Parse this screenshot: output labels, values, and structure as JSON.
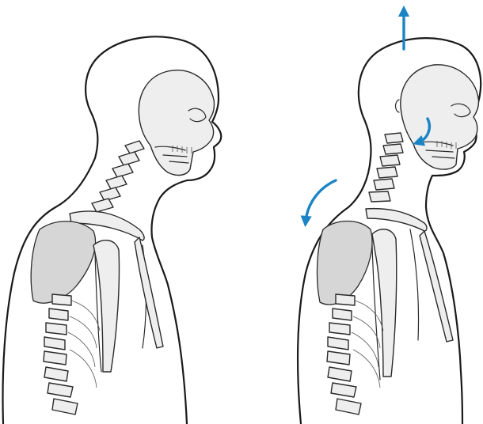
{
  "figure": {
    "panels": [
      {
        "id": "left",
        "posture": "forward-head"
      },
      {
        "id": "right",
        "posture": "corrected"
      }
    ],
    "arrow_color": "#1b84c4",
    "line_color": "#1a1a1a",
    "bone_color": "#eeeeee",
    "arrows": [
      {
        "panel": "right",
        "meaning": "up",
        "icon": "arrow-up-icon"
      },
      {
        "panel": "right",
        "meaning": "chin-tuck",
        "icon": "curved-arrow-icon"
      },
      {
        "panel": "right",
        "meaning": "shoulders-back-down",
        "icon": "curved-arrow-icon"
      }
    ]
  }
}
